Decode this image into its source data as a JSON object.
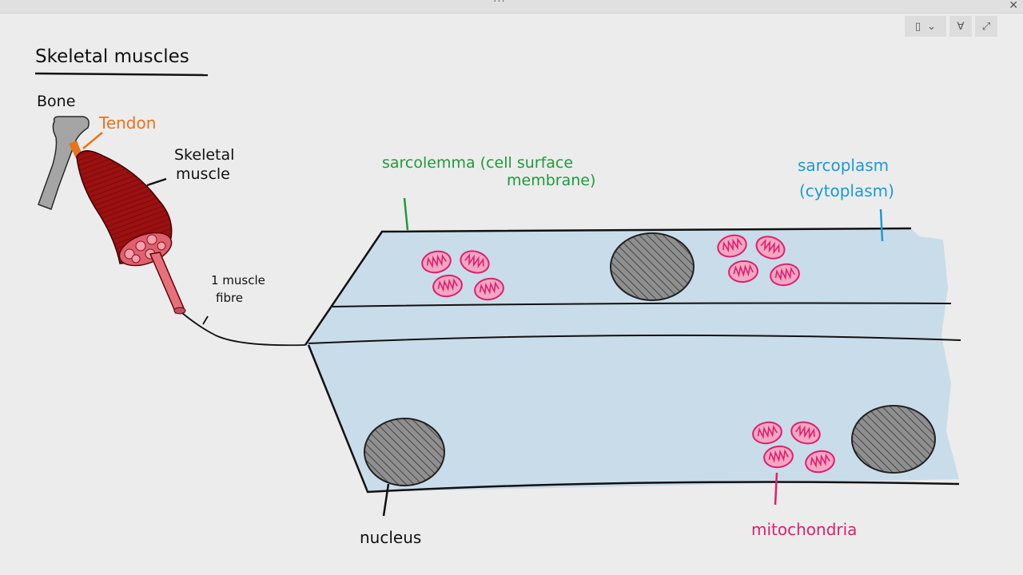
{
  "labels": {
    "title": "Skeletal muscles",
    "bone": "Bone",
    "tendon": "Tendon",
    "skeletal_muscle_line1": "Skeletal",
    "skeletal_muscle_line2": "muscle",
    "fibre_line1": "1 muscle",
    "fibre_line2": "fibre",
    "sarcolemma_line1": "sarcolemma (cell surface",
    "sarcolemma_line2": "membrane)",
    "sarcoplasm_line1": "sarcoplasm",
    "sarcoplasm_line2": "(cytoplasm)",
    "nucleus": "nucleus",
    "mitochondria": "mitochondria"
  },
  "colors": {
    "ink": "#111111",
    "tendon": "#e8731c",
    "sarcolemma": "#1f9a3c",
    "sarcoplasm": "#1a9bd0",
    "mitochondria": "#dd1f6e",
    "fibre_fill": "#c9dce9",
    "muscle": "#9b1010",
    "nucleus": "#8f8f8f",
    "bone": "#a5a5a5"
  },
  "icons": {
    "menu": "drag-dots-icon",
    "close": "close-icon",
    "view": "page-layout-icon",
    "pen": "pen-icon",
    "expand": "expand-icon"
  },
  "toolbar": {
    "handle": "···",
    "close": "✕",
    "layout": "▯",
    "chevron": "⌄",
    "pen": "∀",
    "expand": "⤢"
  }
}
